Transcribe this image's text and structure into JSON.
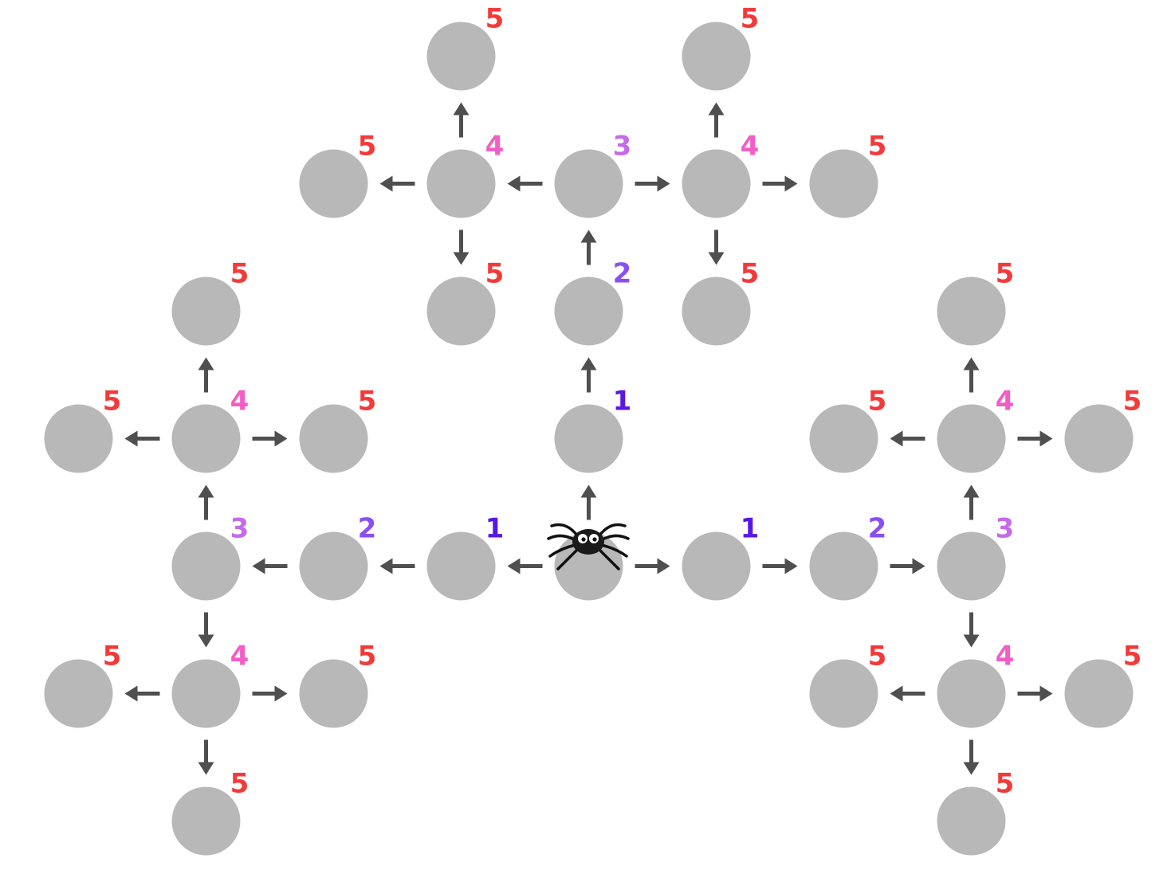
{
  "colors": {
    "node": "#b8b8b8",
    "arrow": "#4f4f4f",
    "level_1": "#5b16e6",
    "level_2": "#8a4ef7",
    "level_3": "#c56ae8",
    "level_4": "#f25ec6",
    "level_5": "#f23a3a"
  },
  "start_marker": {
    "icon": "spider-icon"
  },
  "labels": {
    "n_1_r": "1",
    "n_2_r": "2",
    "n_3_r": "3",
    "n_4_r_u": "4",
    "n_5_r_u_u": "5",
    "n_5_r_u_l": "5",
    "n_5_r_u_r": "5",
    "n_4_r_d": "4",
    "n_5_r_d_d": "5",
    "n_5_r_d_l": "5",
    "n_5_r_d_r": "5",
    "n_1_l": "1",
    "n_2_l": "2",
    "n_3_l": "3",
    "n_4_l_u": "4",
    "n_5_l_u_u": "5",
    "n_5_l_u_l": "5",
    "n_5_l_u_r": "5",
    "n_4_l_d": "4",
    "n_5_l_d_d": "5",
    "n_5_l_d_l": "5",
    "n_5_l_d_r": "5",
    "n_1_u": "1",
    "n_2_u": "2",
    "n_3_u": "3",
    "n_4_u_l": "4",
    "n_5_u_l_l": "5",
    "n_5_u_l_u": "5",
    "n_5_u_l_d": "5",
    "n_4_u_r": "4",
    "n_5_u_r_r": "5",
    "n_5_u_r_u": "5",
    "n_5_u_r_d": "5"
  }
}
